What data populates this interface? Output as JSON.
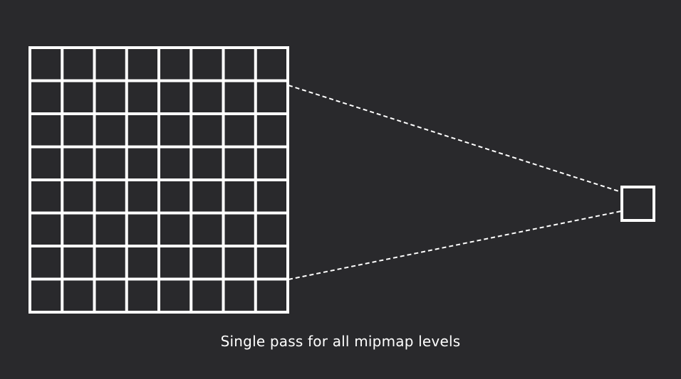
{
  "diagram": {
    "caption": "Single pass for all mipmap levels",
    "source_grid": {
      "rows": 8,
      "cols": 8
    },
    "target": {
      "rows": 1,
      "cols": 1
    },
    "colors": {
      "background": "#29292c",
      "stroke": "#ffffff"
    }
  }
}
